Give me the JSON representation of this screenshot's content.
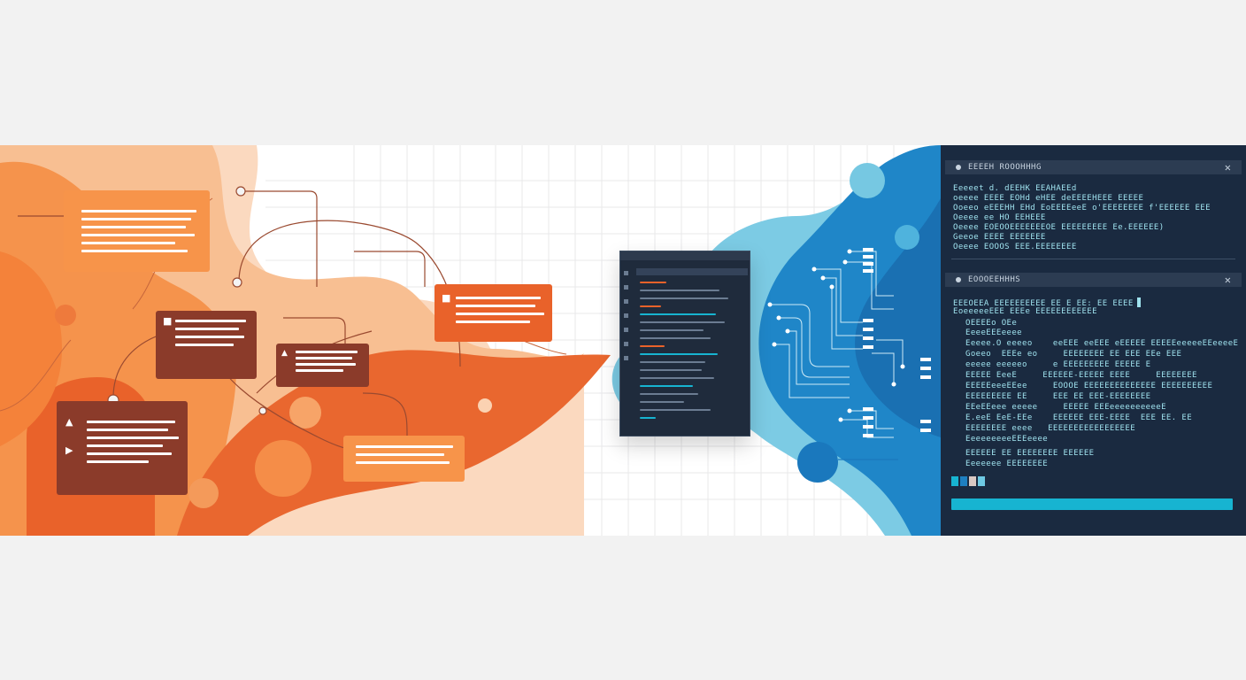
{
  "colors": {
    "orange_light": "#fbc9a3",
    "orange": "#f79143",
    "orange_deep": "#e9622a",
    "brown": "#8b3b2a",
    "blue_light": "#6ec9e3",
    "blue": "#1e7fc0",
    "navy": "#1a2a40",
    "cyan": "#17b4d1"
  },
  "bubbles": [
    {
      "name": "bubble-top-left",
      "glyphs": []
    },
    {
      "name": "bubble-brown-mid",
      "glyphs": [
        "■"
      ]
    },
    {
      "name": "bubble-brown-center",
      "glyphs": [
        "▲"
      ]
    },
    {
      "name": "bubble-orange-right",
      "glyphs": [
        "■"
      ]
    },
    {
      "name": "bubble-brown-large",
      "glyphs": [
        "▲",
        "▶"
      ]
    },
    {
      "name": "bubble-orange-bottom",
      "glyphs": []
    }
  ],
  "terminals": [
    {
      "title": "EEEEH ROOOHHHG",
      "close": "✕",
      "lines": [
        "Eeeeet d. dEEHK EEAHAEEd",
        "oeeee EEEE EOHd eHEE deEEEEHEEE EEEEE",
        "Ooeeo eEEEHH EHd EoEEEEeeE o'EEEEEEEE f'EEEEEE EEE",
        "Oeeee ee HO EEHEEE",
        "Oeeee EOEOOEEEEEEEOE EEEEEEEEE Ee.EEEEEE)",
        "Geeoe EEEE EEEEEEE",
        "Oeeee EOOOS EEE.EEEEEEEE"
      ]
    },
    {
      "title": "EOOOEEHHHS",
      "close": "✕",
      "lines": [
        "EEEOEEA EEEEEEEEEE EE E EE: EE EEEE",
        "EoeeeeeEEE EEEe EEEEEEEEEEEE",
        "OEEEEo OEe",
        "EeeeEEEeeee",
        "Eeeee.O eeeeo    eeEEE eeEEE eEEEEE EEEEEeeeeeEEeeeeE",
        "Goeeo  EEEe eo     EEEEEEEE EE EEE EEe EEE",
        "eeeee eeeeeo     e EEEEEEEEE EEEEE E",
        "EEEEE EeeE     EEEEEE-EEEEE EEEE     EEEEEEEE",
        "EEEEEeeeEEee     EOOOE EEEEEEEEEEEEEE EEEEEEEEEE",
        "EEEEEEEEE EE     EEE EE EEE-EEEEEEEE",
        "EEeEEeee eeeee     EEEEE EEEeeeeeeeeeeE",
        "E.eeE EeE-EEe    EEEEEE EEE-EEEE  EEE EE. EE",
        "EEEEEEEE eeee   EEEEEEEEEEEEEEEEE",
        "EeeeeeeeeEEEeeee",
        "EEEEEE EE EEEEEEEE EEEEEE",
        "Eeeeeee EEEEEEEE"
      ]
    }
  ]
}
